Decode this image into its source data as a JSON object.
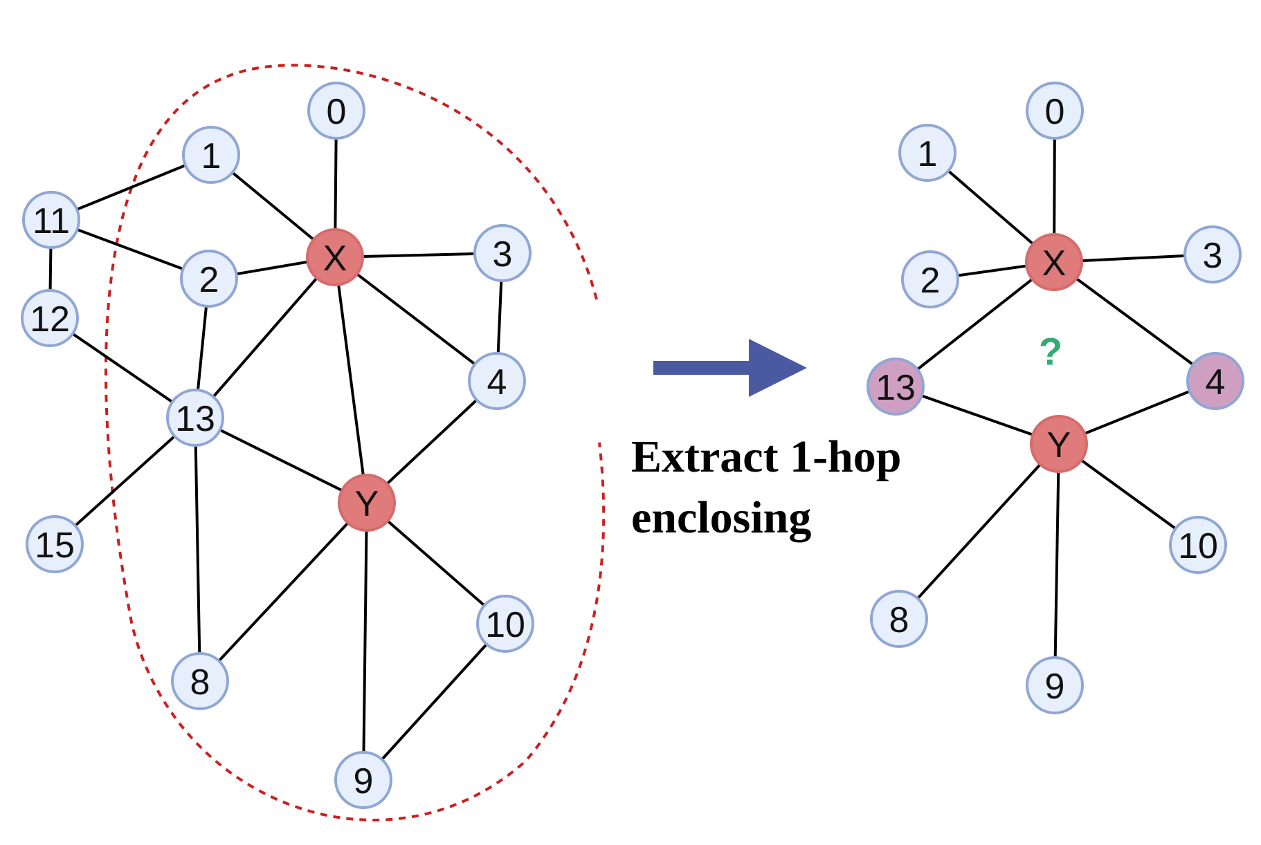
{
  "colors": {
    "target_node": "#e07b7b",
    "default_node": "#e6effb",
    "neighbor_node": "#cf9fc1",
    "node_border": "#8fa6d6",
    "enclosure": "#cc1f1f",
    "arrow": "#4a5aa0",
    "question_mark": "#2fae6f"
  },
  "left_graph": {
    "nodes": [
      {
        "label": "0",
        "role": "default"
      },
      {
        "label": "1",
        "role": "default"
      },
      {
        "label": "11",
        "role": "default"
      },
      {
        "label": "X",
        "role": "target"
      },
      {
        "label": "2",
        "role": "default"
      },
      {
        "label": "3",
        "role": "default"
      },
      {
        "label": "12",
        "role": "default"
      },
      {
        "label": "4",
        "role": "default"
      },
      {
        "label": "13",
        "role": "default"
      },
      {
        "label": "Y",
        "role": "target"
      },
      {
        "label": "15",
        "role": "default"
      },
      {
        "label": "10",
        "role": "default"
      },
      {
        "label": "8",
        "role": "default"
      },
      {
        "label": "9",
        "role": "default"
      }
    ],
    "edges": [
      [
        "0",
        "X"
      ],
      [
        "1",
        "X"
      ],
      [
        "1",
        "11"
      ],
      [
        "11",
        "2"
      ],
      [
        "11",
        "12"
      ],
      [
        "2",
        "X"
      ],
      [
        "X",
        "3"
      ],
      [
        "X",
        "4"
      ],
      [
        "X",
        "13"
      ],
      [
        "X",
        "Y"
      ],
      [
        "3",
        "4"
      ],
      [
        "2",
        "13"
      ],
      [
        "12",
        "13"
      ],
      [
        "13",
        "15"
      ],
      [
        "13",
        "8"
      ],
      [
        "13",
        "Y"
      ],
      [
        "4",
        "Y"
      ],
      [
        "Y",
        "8"
      ],
      [
        "Y",
        "9"
      ],
      [
        "Y",
        "10"
      ],
      [
        "10",
        "9"
      ]
    ]
  },
  "right_graph": {
    "nodes": [
      {
        "label": "0",
        "role": "default"
      },
      {
        "label": "1",
        "role": "default"
      },
      {
        "label": "X",
        "role": "target"
      },
      {
        "label": "3",
        "role": "default"
      },
      {
        "label": "2",
        "role": "default"
      },
      {
        "label": "13",
        "role": "neighbor"
      },
      {
        "label": "4",
        "role": "neighbor"
      },
      {
        "label": "Y",
        "role": "target"
      },
      {
        "label": "10",
        "role": "default"
      },
      {
        "label": "8",
        "role": "default"
      },
      {
        "label": "9",
        "role": "default"
      }
    ],
    "edges": [
      [
        "0",
        "X"
      ],
      [
        "1",
        "X"
      ],
      [
        "2",
        "X"
      ],
      [
        "X",
        "3"
      ],
      [
        "X",
        "13"
      ],
      [
        "X",
        "4"
      ],
      [
        "13",
        "Y"
      ],
      [
        "4",
        "Y"
      ],
      [
        "Y",
        "10"
      ],
      [
        "Y",
        "8"
      ],
      [
        "Y",
        "9"
      ]
    ],
    "question_mark": "?"
  },
  "caption": {
    "line1": "Extract 1-hop",
    "line2": "enclosing"
  }
}
